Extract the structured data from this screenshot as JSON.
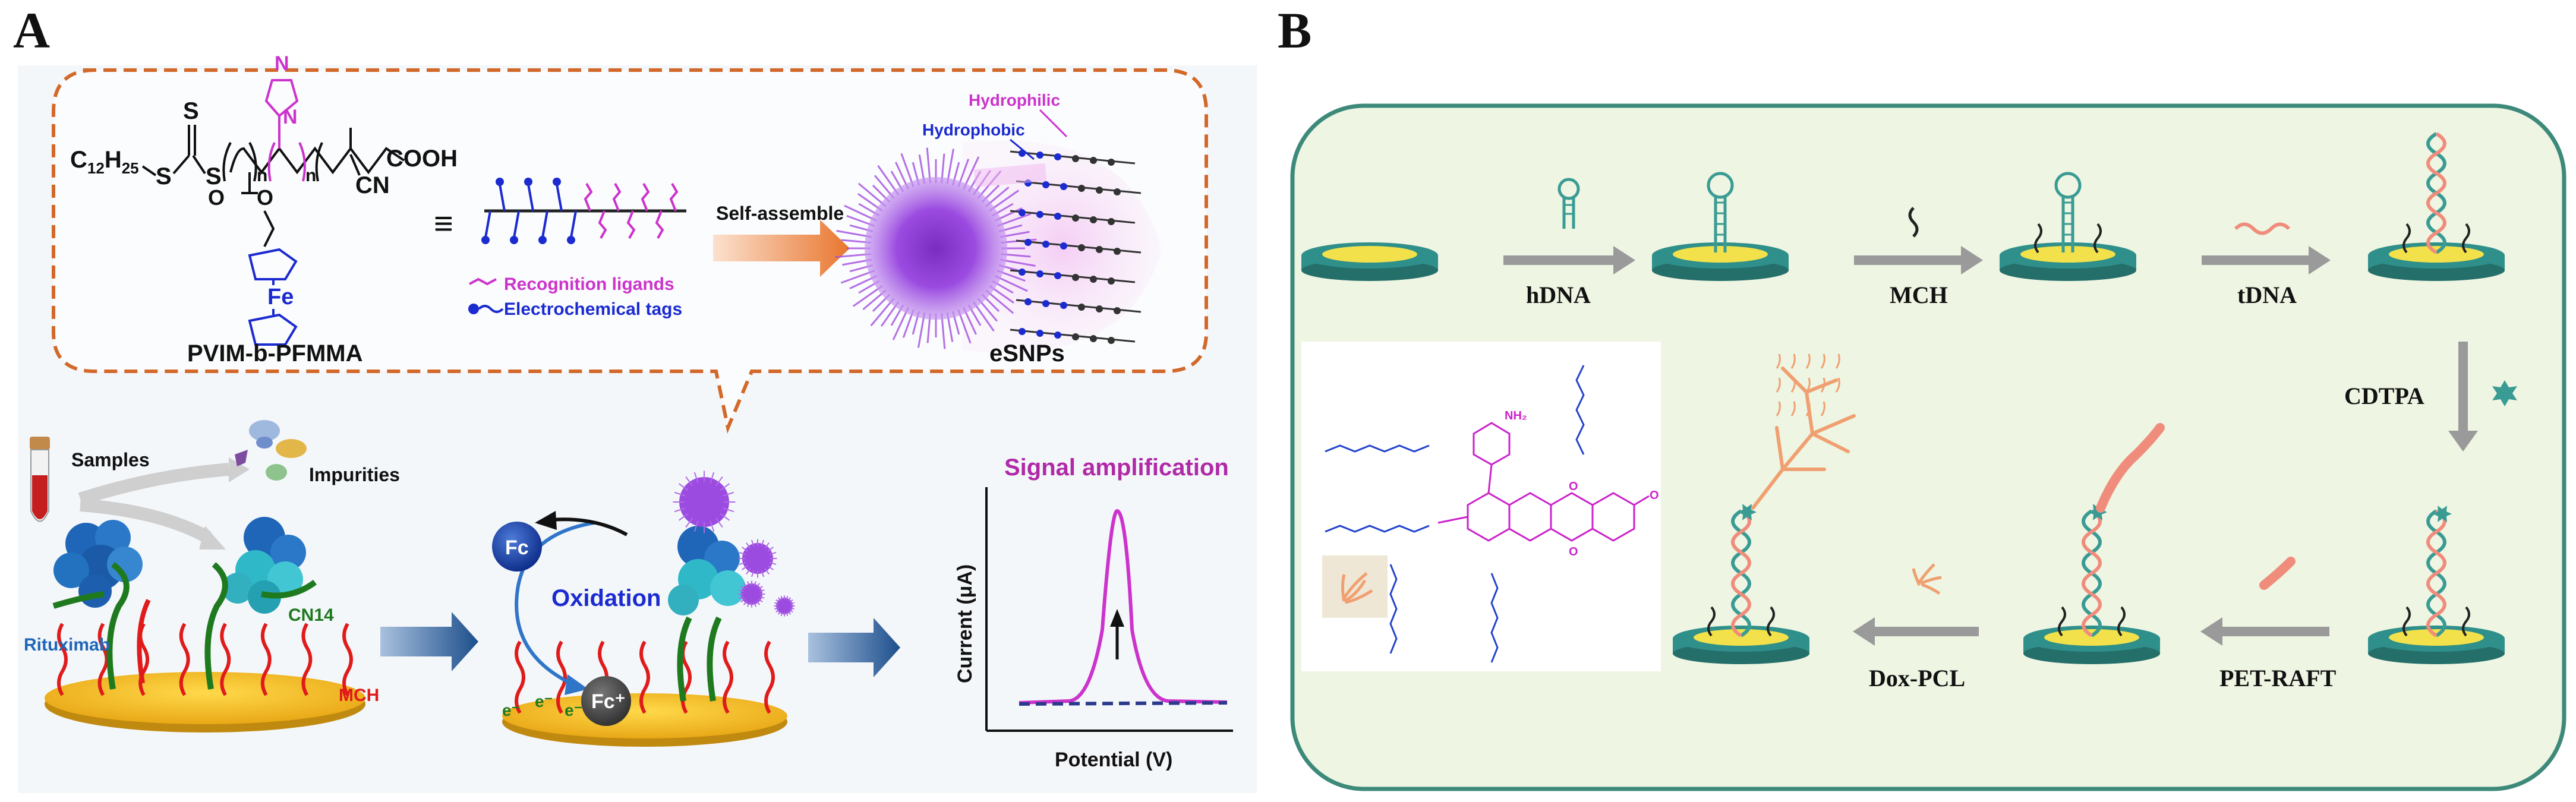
{
  "panel_a": {
    "letter": "A",
    "polymer": {
      "alkyl_c": "C",
      "alkyl_sub1": "12",
      "alkyl_h": "H",
      "alkyl_sub2": "25",
      "s_left": "S",
      "s_mid": "S",
      "s_top": "S",
      "n1": "n",
      "n2": "n",
      "cooh": "COOH",
      "cn": "CN",
      "o1": "O",
      "o2": "O",
      "fe": "Fe",
      "n_imid": "N",
      "name": "PVIM-b-PFMMA"
    },
    "equiv_symbol": "≡",
    "legend": {
      "recognition": "Recognition  ligands",
      "electrochemical": "Electrochemical tags"
    },
    "self_assemble": "Self-assemble",
    "hydrophilic": "Hydrophilic",
    "hydrophobic": "Hydrophobic",
    "esnps": "eSNPs",
    "samples": "Samples",
    "impurities": "Impurities",
    "rituximab": "Rituximab",
    "cn14": "CN14",
    "mch": "MCH",
    "fc": "Fc",
    "fc_plus": "Fc⁺",
    "oxidation": "Oxidation",
    "electron": "e⁻",
    "signal": {
      "title": "Signal amplification",
      "ylabel": "Current (μA)",
      "xlabel": "Potential (V)"
    },
    "colors": {
      "magenta": "#cc33cc",
      "blue": "#1b2bd0",
      "red": "#e01b1b",
      "green": "#1f7a1f",
      "dash_orange": "#d2692a",
      "arrow_blue": "#1d4f8c"
    }
  },
  "panel_b": {
    "letter": "B",
    "steps": [
      "hDNA",
      "MCH",
      "tDNA",
      "CDTPA",
      "PET-RAFT",
      "Dox-PCL"
    ],
    "colors": {
      "background": "#eef5e2",
      "border": "#3d8a7a",
      "electrode": "#2f8f8a",
      "gold": "#f2e14a",
      "dna_teal": "#3a9b95",
      "dna_pink": "#f08c7c",
      "polymer": "#f0a070",
      "structure_magenta": "#cc22cc",
      "structure_blue": "#2244cc"
    }
  }
}
